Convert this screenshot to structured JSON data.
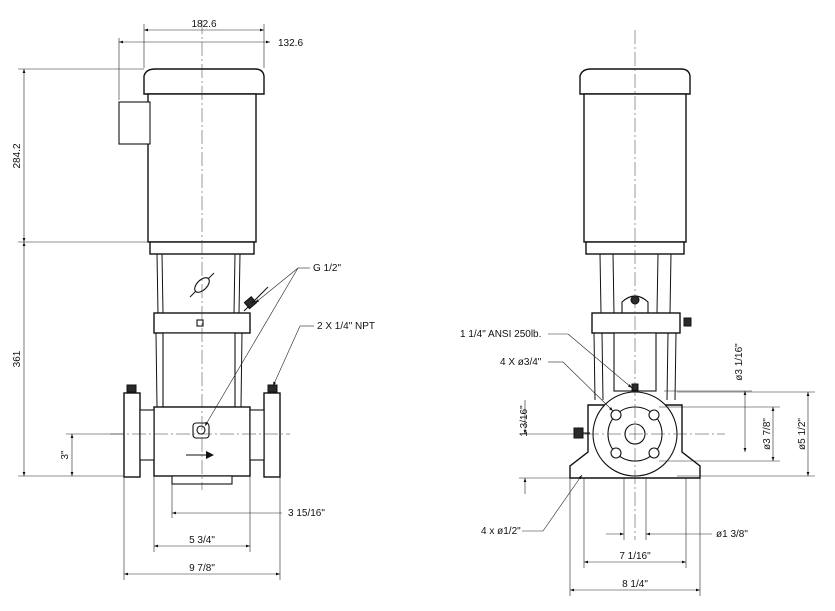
{
  "left_view": {
    "dim_motor_width": "182.6",
    "dim_motor_offset": "132.6",
    "dim_motor_height": "284.2",
    "dim_pump_height": "361",
    "dim_inlet_height": "3\"",
    "dim_base_slot": "3 15/16\"",
    "dim_base_width": "5 3/4\"",
    "dim_flange_span": "9 7/8\"",
    "label_gauge_port": "G 1/2\"",
    "label_drain_ports": "2 X 1/4\" NPT"
  },
  "right_view": {
    "label_flange_ansi": "1 1/4\" ANSI 250lb.",
    "label_bolt_holes": "4 X ø3/4\"",
    "label_foot_holes": "4 x ø1/2\"",
    "dim_flange_center": "1 3/16\"",
    "dim_bore": "ø3 1/16\"",
    "dim_bolt_circle": "ø3 7/8\"",
    "dim_flange_od": "ø5 1/2\"",
    "dim_foot_spacing": "ø1 3/8\"",
    "dim_base_inner": "7 1/16\"",
    "dim_base_outer": "8 1/4\""
  },
  "colors": {
    "line": "#111111",
    "background": "#ffffff"
  }
}
